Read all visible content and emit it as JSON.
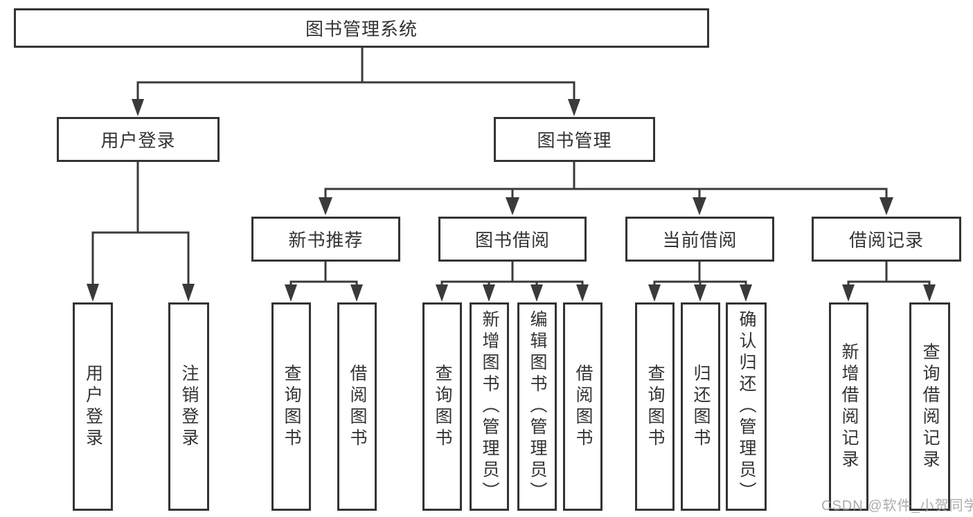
{
  "diagram_type": "hierarchy-tree",
  "colors": {
    "background": "#ffffff",
    "box_border": "#333333",
    "connector_line": "#3a3a3a",
    "text": "#333333",
    "watermark_text": "#9e9e9e"
  },
  "tree": {
    "root": "图书管理系统",
    "branches": [
      {
        "label": "用户登录",
        "children": [
          "用户登录",
          "注销登录"
        ]
      },
      {
        "label": "图书管理",
        "children": [
          {
            "label": "新书推荐",
            "children": [
              "查询图书",
              "借阅图书"
            ]
          },
          {
            "label": "图书借阅",
            "children": [
              "查询图书",
              "新增图书（管理员）",
              "编辑图书（管理员）",
              "借阅图书"
            ]
          },
          {
            "label": "当前借阅",
            "children": [
              "查询图书",
              "归还图书",
              "确认归还（管理员）"
            ]
          },
          {
            "label": "借阅记录",
            "children": [
              "新增借阅记录",
              "查询借阅记录"
            ]
          }
        ]
      }
    ]
  },
  "watermark": "CSDN @软件_小贺同学"
}
